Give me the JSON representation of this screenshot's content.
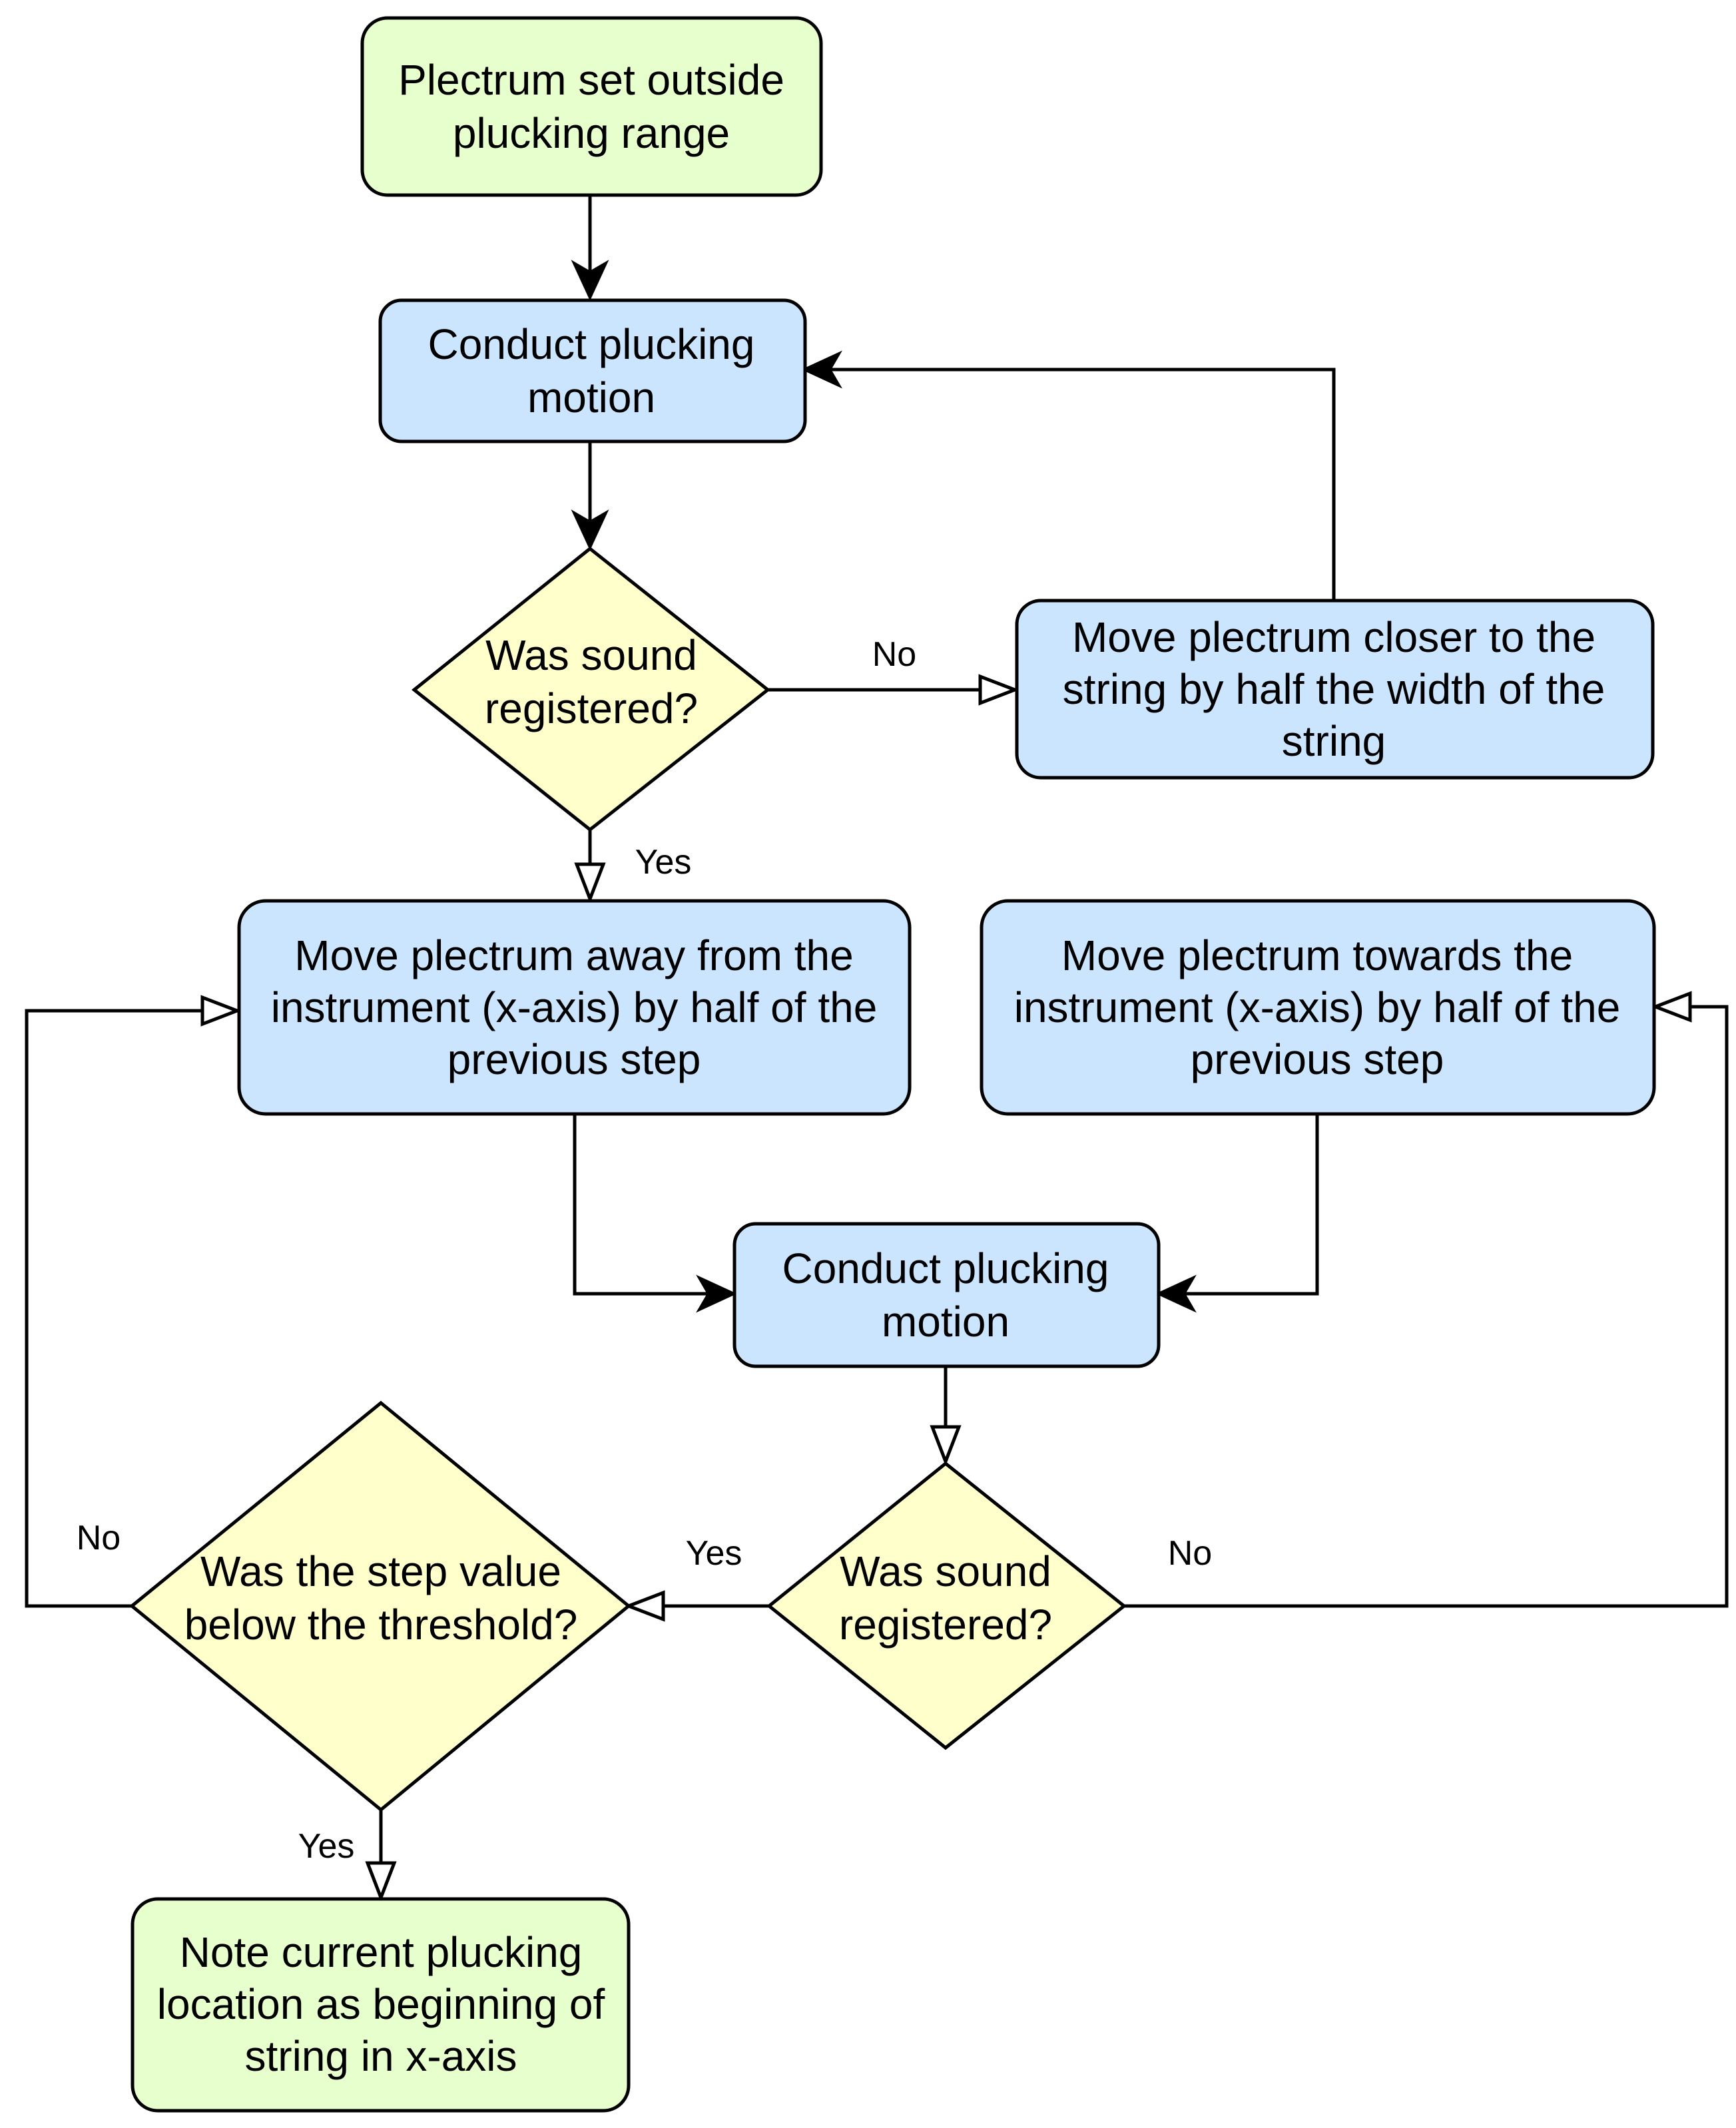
{
  "colors": {
    "start_end_fill": "#e6ffcc",
    "process_fill": "#cce5ff",
    "decision_fill": "#ffffcc",
    "stroke": "#000000"
  },
  "nodes": {
    "start": [
      "Plectrum set outside",
      "plucking range"
    ],
    "pluck1": [
      "Conduct plucking",
      "motion"
    ],
    "decision1": [
      "Was sound",
      "registered?"
    ],
    "move_closer": [
      "Move plectrum closer to the",
      "string by half the width of the",
      "string"
    ],
    "move_away": [
      "Move plectrum away from the",
      "instrument (x-axis) by half of the",
      "previous step"
    ],
    "move_towards": [
      "Move plectrum towards the",
      "instrument (x-axis) by half of the",
      "previous step"
    ],
    "pluck2": [
      "Conduct plucking",
      "motion"
    ],
    "decision2": [
      "Was sound",
      "registered?"
    ],
    "decision3": [
      "Was the step value",
      "below the threshold?"
    ],
    "end": [
      "Note current plucking",
      "location as beginning of",
      "string in x-axis"
    ]
  },
  "edge_labels": {
    "d1_no": "No",
    "d1_yes": "Yes",
    "d2_yes": "Yes",
    "d2_no": "No",
    "d3_no": "No",
    "d3_yes": "Yes"
  }
}
